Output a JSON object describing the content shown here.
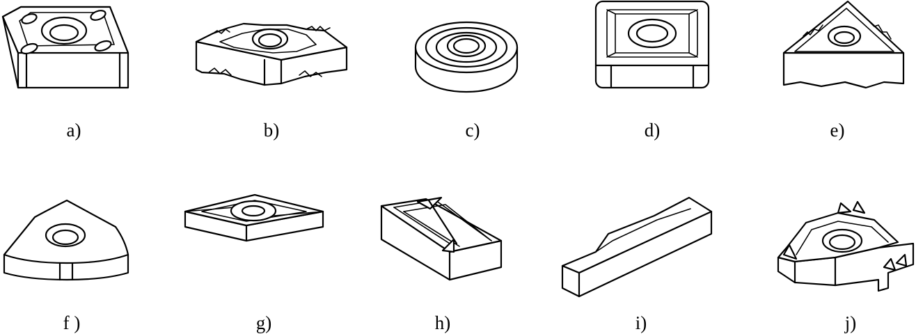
{
  "figure": {
    "items": [
      {
        "label": "a)",
        "icon": "rhombic-insert-with-clamp-holes"
      },
      {
        "label": "b)",
        "icon": "rhombic-insert-jagged-edge"
      },
      {
        "label": "c)",
        "icon": "round-insert"
      },
      {
        "label": "d)",
        "icon": "square-insert-with-lands"
      },
      {
        "label": "e)",
        "icon": "triangular-insert-jagged-edge"
      },
      {
        "label": "f )",
        "icon": "trigon-insert"
      },
      {
        "label": "g)",
        "icon": "flat-rhombic-insert"
      },
      {
        "label": "h)",
        "icon": "grooving-block-insert"
      },
      {
        "label": "i)",
        "icon": "parting-blade-insert"
      },
      {
        "label": "j)",
        "icon": "threading-insert"
      }
    ]
  }
}
